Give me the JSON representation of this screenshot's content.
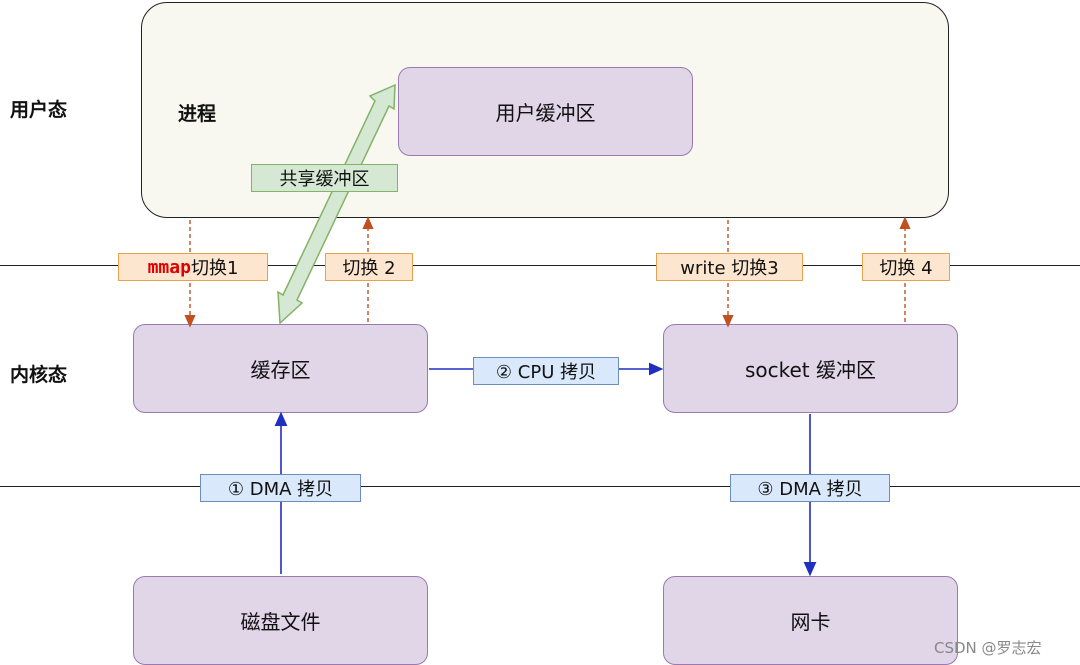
{
  "layers": {
    "user_mode": "用户态",
    "kernel_mode": "内核态"
  },
  "process": {
    "label": "进程",
    "user_buffer": "用户缓冲区",
    "shared_buffer": "共享缓冲区"
  },
  "kernel": {
    "cache": "缓存区",
    "socket_buffer": "socket 缓冲区"
  },
  "hardware": {
    "disk_file": "磁盘文件",
    "nic": "网卡"
  },
  "switches": {
    "s1_keyword": "mmap",
    "s1_text": " 切换1",
    "s2": "切换 2",
    "s3": "write 切换3",
    "s4": "切换 4"
  },
  "copies": {
    "dma1": "① DMA 拷贝",
    "cpu2": "② CPU 拷贝",
    "dma3": "③ DMA 拷贝"
  },
  "watermark": "CSDN @罗志宏",
  "colors": {
    "switch_arrow": "#c0501f",
    "copy_arrow": "#1f2fbf",
    "shared_arrow_fill": "#d5e8d4",
    "shared_arrow_stroke": "#82b366"
  }
}
